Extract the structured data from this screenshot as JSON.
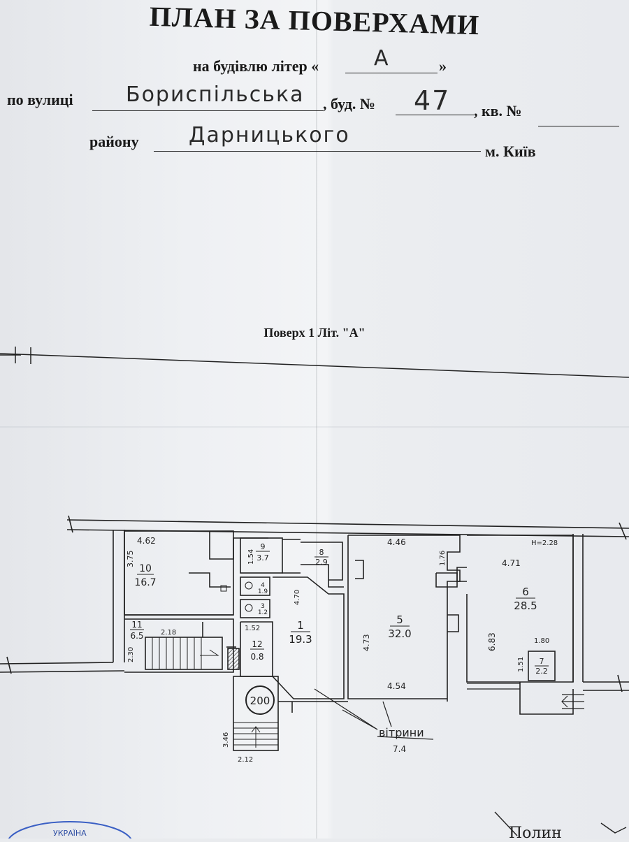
{
  "header": {
    "title": "ПЛАН ЗА ПОВЕРХАМИ",
    "building_prefix": "на будівлю літер «",
    "building_suffix": "»",
    "building_letter": "А",
    "street_label": "по вулиці",
    "street_value": "Бориспільська",
    "house_label": ", буд. №",
    "house_value": "47",
    "apt_label": ", кв. №",
    "district_label": "району",
    "district_value": "Дарницького",
    "city_label": "м. Київ"
  },
  "floor_label": "Поверх 1 Літ. \"А\"",
  "rooms": [
    {
      "num": "10",
      "area": "16.7"
    },
    {
      "num": "9",
      "area": "3.7"
    },
    {
      "num": "8",
      "area": "2.9"
    },
    {
      "num": "4",
      "area": "1.9"
    },
    {
      "num": "3",
      "area": "1.2"
    },
    {
      "num": "1",
      "area": "19.3"
    },
    {
      "num": "5",
      "area": "32.0"
    },
    {
      "num": "6",
      "area": "28.5"
    },
    {
      "num": "11",
      "area": "6.5"
    },
    {
      "num": "12",
      "area": "0.8"
    },
    {
      "num": "7",
      "area": "2.2"
    }
  ],
  "dimensions": {
    "d_4_62": "4.62",
    "d_3_75": "3.75",
    "d_1_54": "1.54",
    "d_4_70": "4.70",
    "d_1_52": "1.52",
    "d_2_18": "2.18",
    "d_2_30": "2.30",
    "d_4_46": "4.46",
    "d_1_76": "1.76",
    "d_4_73": "4.73",
    "d_4_54": "4.54",
    "d_4_71": "4.71",
    "d_h": "Н=2.28",
    "d_6_83": "6.83",
    "d_1_80": "1.80",
    "d_1_51": "1.51",
    "d_3_46": "3.46",
    "d_2_12": "2.12",
    "d_7_4": "7.4"
  },
  "entrance_marker": "200",
  "annotation_vitryny": "вітрини",
  "stamp_text": "УКРАЇНА",
  "signature": "Полин"
}
